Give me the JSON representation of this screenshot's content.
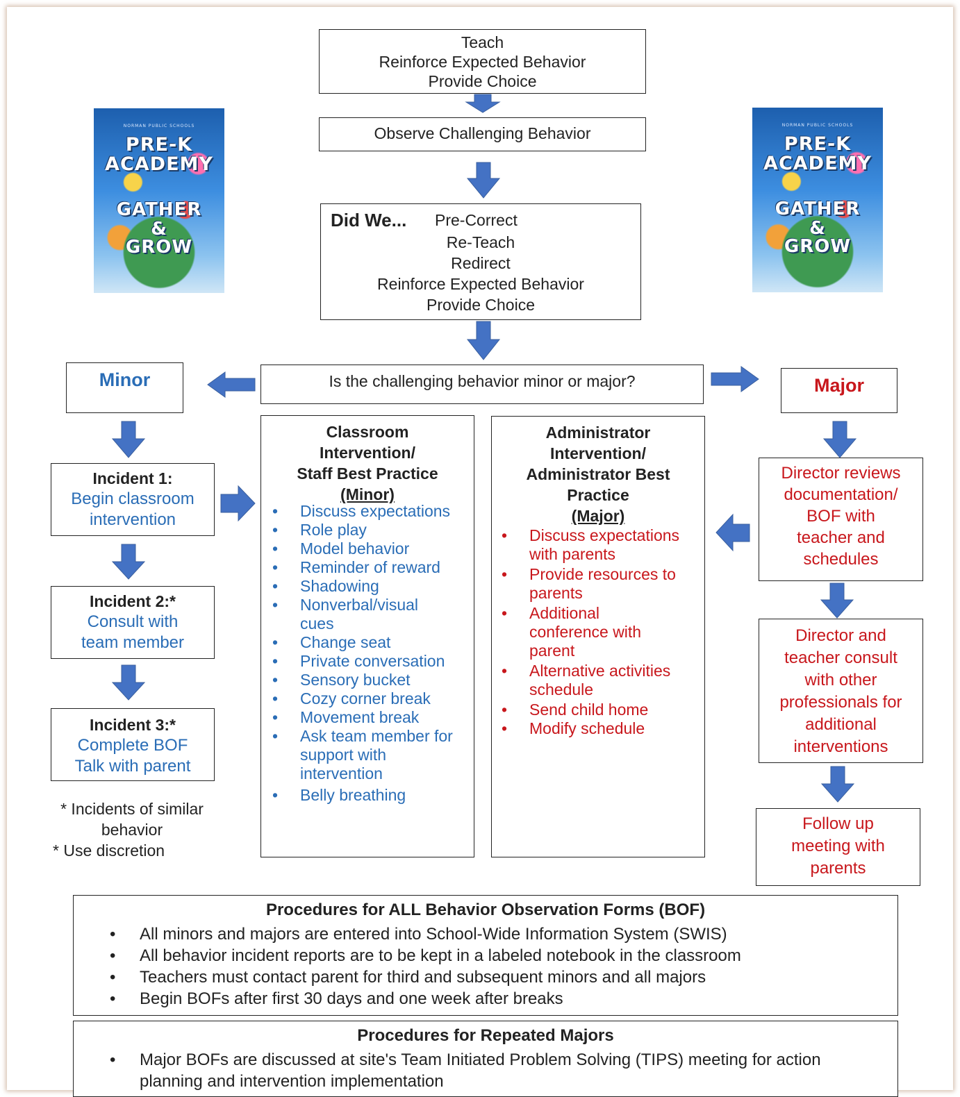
{
  "top": {
    "teach": [
      "Teach",
      "Reinforce Expected Behavior",
      "Provide Choice"
    ],
    "observe": "Observe Challenging Behavior",
    "did_we_label": "Did We...",
    "did_we_items": [
      "Pre-Correct",
      "Re-Teach",
      "Redirect",
      "Reinforce Expected Behavior",
      "Provide Choice"
    ],
    "question": "Is the challenging behavior minor or major?"
  },
  "covers": {
    "title_line1": "PRE-K",
    "title_line2": "ACADEMY",
    "subtitle_line1": "GATHER",
    "subtitle_line2": "&",
    "subtitle_line3": "GROW",
    "publisher": "NORMAN PUBLIC SCHOOLS"
  },
  "minor": {
    "label": "Minor",
    "incident1_title": "Incident 1:",
    "incident1_text": [
      "Begin classroom",
      "intervention"
    ],
    "incident2_title": "Incident 2:*",
    "incident2_text": [
      "Consult with",
      "team member"
    ],
    "incident3_title": "Incident 3:*",
    "incident3_text": [
      "Complete BOF",
      "Talk with parent"
    ],
    "footnote": [
      "* Incidents of similar",
      "behavior",
      "* Use discretion"
    ]
  },
  "classroom": {
    "title": [
      "Classroom",
      "Intervention/",
      "Staff Best Practice"
    ],
    "subtitle": "(Minor)",
    "items": [
      "Discuss expectations",
      "Role play",
      "Model behavior",
      "Reminder of reward",
      "Shadowing",
      "Nonverbal/visual cues",
      "Change seat",
      "Private conversation",
      "Sensory bucket",
      "Cozy corner break",
      "Movement break",
      "Ask team member for support with intervention",
      "Belly breathing"
    ]
  },
  "administrator": {
    "title": [
      "Administrator",
      "Intervention/",
      "Administrator Best",
      "Practice"
    ],
    "subtitle": "(Major)",
    "items": [
      "Discuss expectations with parents",
      "Provide resources to parents",
      "Additional conference with parent",
      "Alternative activities schedule",
      "Send child home",
      "Modify schedule"
    ]
  },
  "major": {
    "label": "Major",
    "step1": [
      "Director reviews",
      "documentation/",
      "BOF with",
      "teacher and",
      "schedules"
    ],
    "step2": [
      "Director and",
      "teacher consult",
      "with other",
      "professionals for",
      "additional",
      "interventions"
    ],
    "step3": [
      "Follow up",
      "meeting with",
      "parents"
    ]
  },
  "procedures_all": {
    "title": "Procedures for ALL Behavior Observation Forms (BOF)",
    "items": [
      "All minors and majors are entered into School-Wide Information System (SWIS)",
      "All behavior incident reports are to be kept in a labeled notebook in the classroom",
      "Teachers must contact parent for third and subsequent minors and all majors",
      "Begin BOFs after first 30 days and one week after breaks"
    ]
  },
  "procedures_repeated": {
    "title": "Procedures for Repeated Majors",
    "items": [
      "Major BOFs are discussed at site's Team Initiated Problem Solving (TIPS) meeting for action planning and intervention implementation"
    ]
  },
  "colors": {
    "minor_blue": "#2a6db6",
    "major_red": "#c8171c",
    "arrow_blue": "#4472c4"
  }
}
